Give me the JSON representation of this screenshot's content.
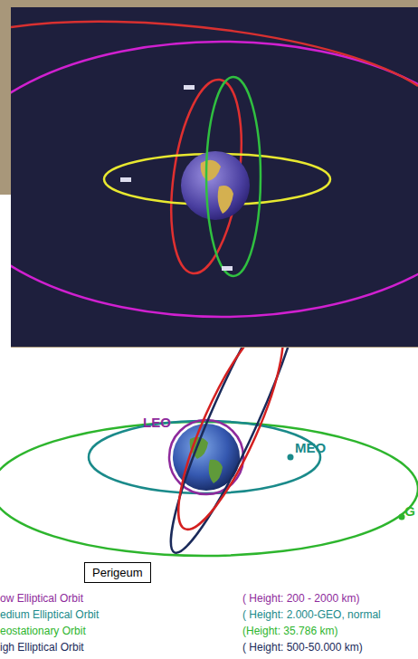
{
  "diagram": {
    "nodes": [
      {
        "text": [
          "Perigeum"
        ]
      }
    ],
    "labels": [
      "LEO",
      "MEO",
      "G",
      "ow Elliptical Orbit",
      "( Height: 200 - 2000 km)",
      "edium Elliptical Orbit",
      "( Height: 2.000-GEO, normal",
      "eostationary Orbit",
      "(Height: 35.786 km)",
      "igh Elliptical Orbit",
      "( Height: 500-50.000 km)"
    ]
  }
}
